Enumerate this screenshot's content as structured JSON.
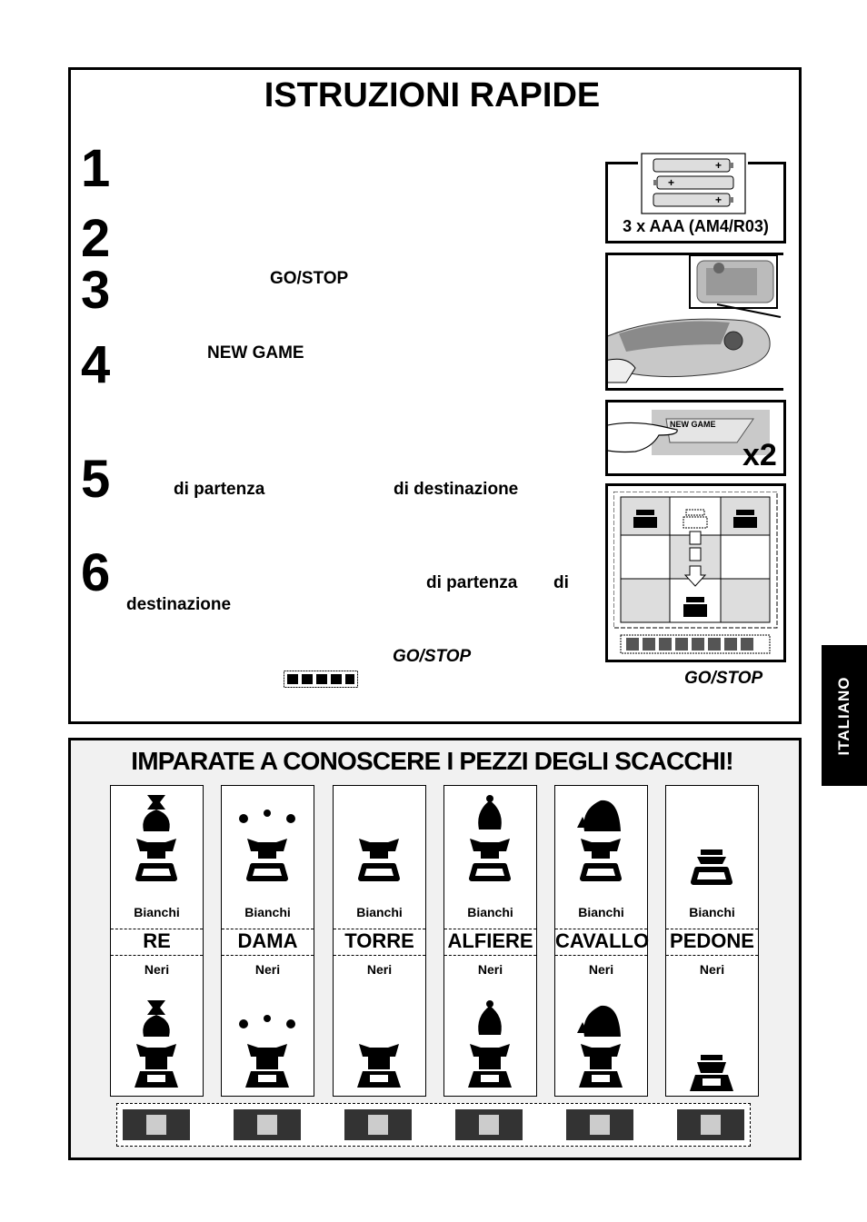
{
  "title": "ISTRUZIONI RAPIDE",
  "steps": [
    {
      "number": "1"
    },
    {
      "number": "2"
    },
    {
      "number": "3",
      "keyword": "GO/STOP"
    },
    {
      "number": "4",
      "keyword": "NEW GAME"
    },
    {
      "number": "5",
      "from_label": "di partenza",
      "to_label": "di destinazione"
    },
    {
      "number": "6",
      "from_label": "di partenza",
      "di_label": "di",
      "to_label": "destinazione",
      "keyword": "GO/STOP"
    }
  ],
  "illustrations": {
    "battery_caption": "3 x AAA (AM4/R03)",
    "button_label": "NEW GAME",
    "press_count": "x2",
    "gostop_caption": "GO/STOP"
  },
  "learn_section": {
    "heading": "IMPARATE A CONOSCERE I PEZZI DEGLI SCACCHI!",
    "white_label": "Bianchi",
    "black_label": "Neri",
    "pieces": [
      {
        "name": "RE",
        "icon": "king-icon"
      },
      {
        "name": "DAMA",
        "icon": "queen-icon"
      },
      {
        "name": "TORRE",
        "icon": "rook-icon"
      },
      {
        "name": "ALFIERE",
        "icon": "bishop-icon"
      },
      {
        "name": "CAVALLO",
        "icon": "knight-icon"
      },
      {
        "name": "PEDONE",
        "icon": "pawn-icon"
      }
    ]
  },
  "side_tab": "ITALIANO"
}
